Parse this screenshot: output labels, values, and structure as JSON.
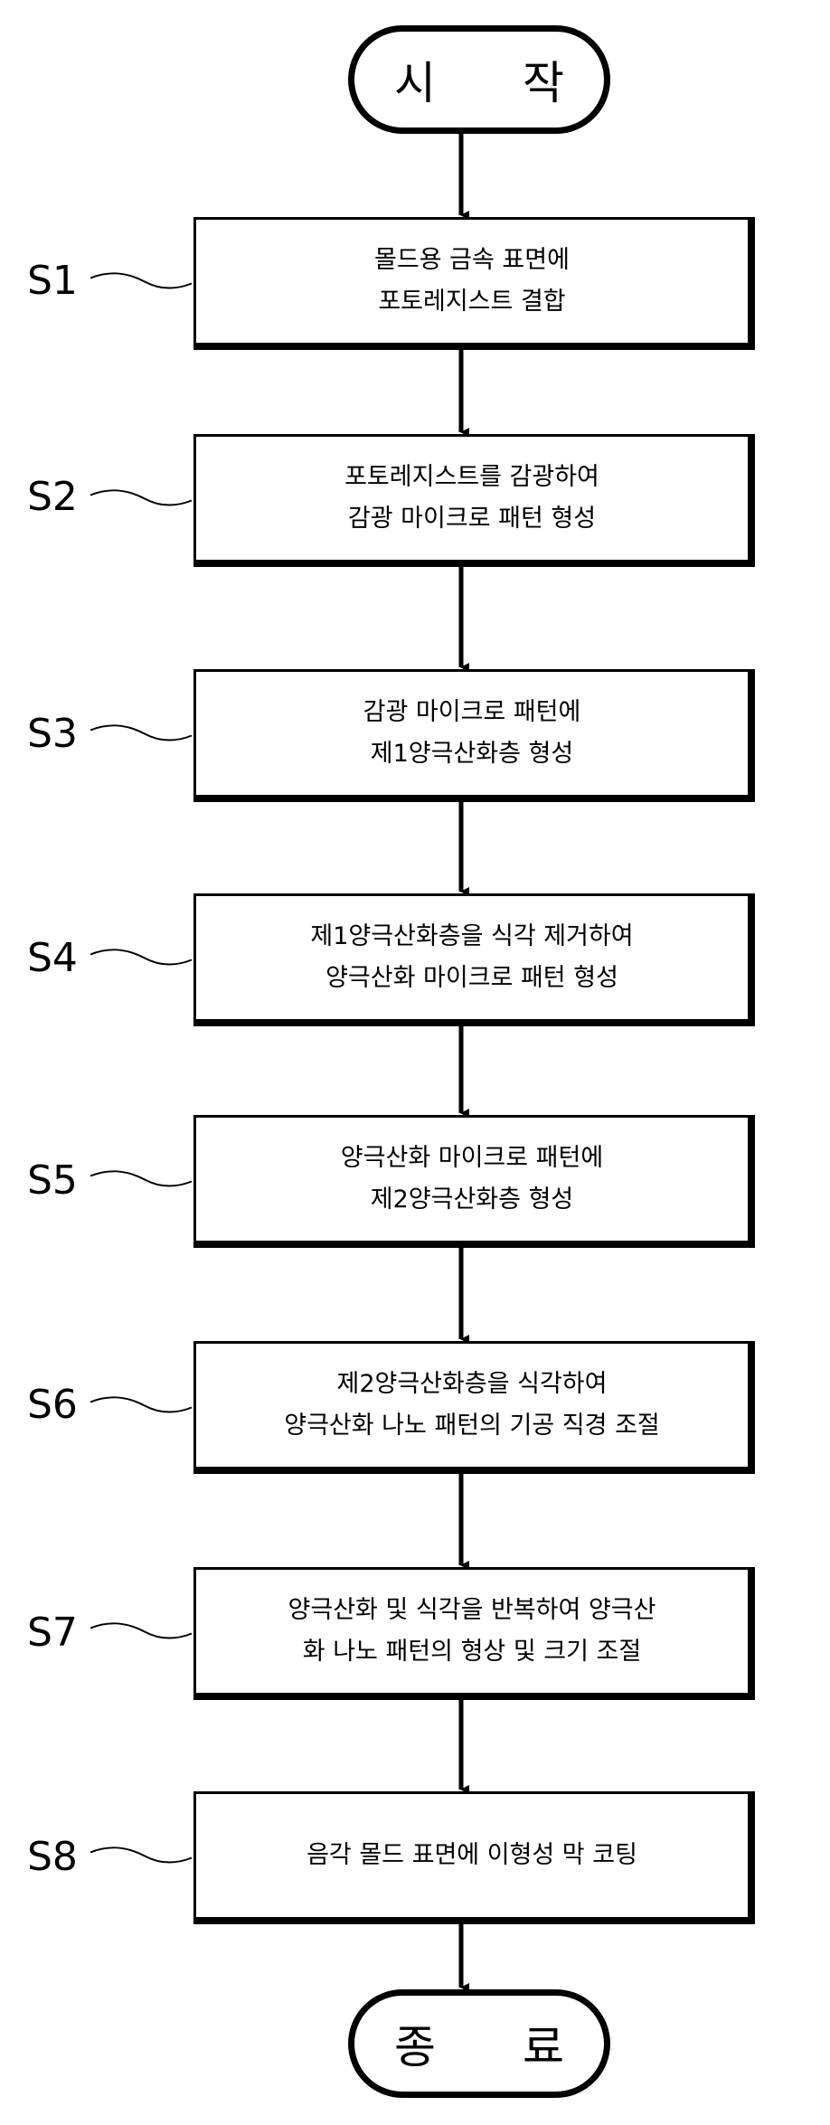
{
  "start": {
    "label": "시 작"
  },
  "end": {
    "label": "종 료"
  },
  "steps": [
    {
      "id": "S1",
      "lines": [
        "몰드용 금속 표면에",
        "포토레지스트 결합"
      ]
    },
    {
      "id": "S2",
      "lines": [
        "포토레지스트를 감광하여",
        "감광 마이크로 패턴 형성"
      ]
    },
    {
      "id": "S3",
      "lines": [
        "감광 마이크로 패턴에",
        "제1양극산화층 형성"
      ]
    },
    {
      "id": "S4",
      "lines": [
        "제1양극산화층을 식각 제거하여",
        "양극산화 마이크로 패턴 형성"
      ]
    },
    {
      "id": "S5",
      "lines": [
        "양극산화 마이크로 패턴에",
        "제2양극산화층 형성"
      ]
    },
    {
      "id": "S6",
      "lines": [
        "제2양극산화층을 식각하여",
        "양극산화 나노 패턴의 기공 직경 조절"
      ]
    },
    {
      "id": "S7",
      "lines": [
        "양극산화 및 식각을 반복하여 양극산",
        "화 나노 패턴의 형상 및 크기 조절"
      ]
    },
    {
      "id": "S8",
      "lines": [
        "음각 몰드 표면에 이형성 막 코팅"
      ]
    }
  ]
}
